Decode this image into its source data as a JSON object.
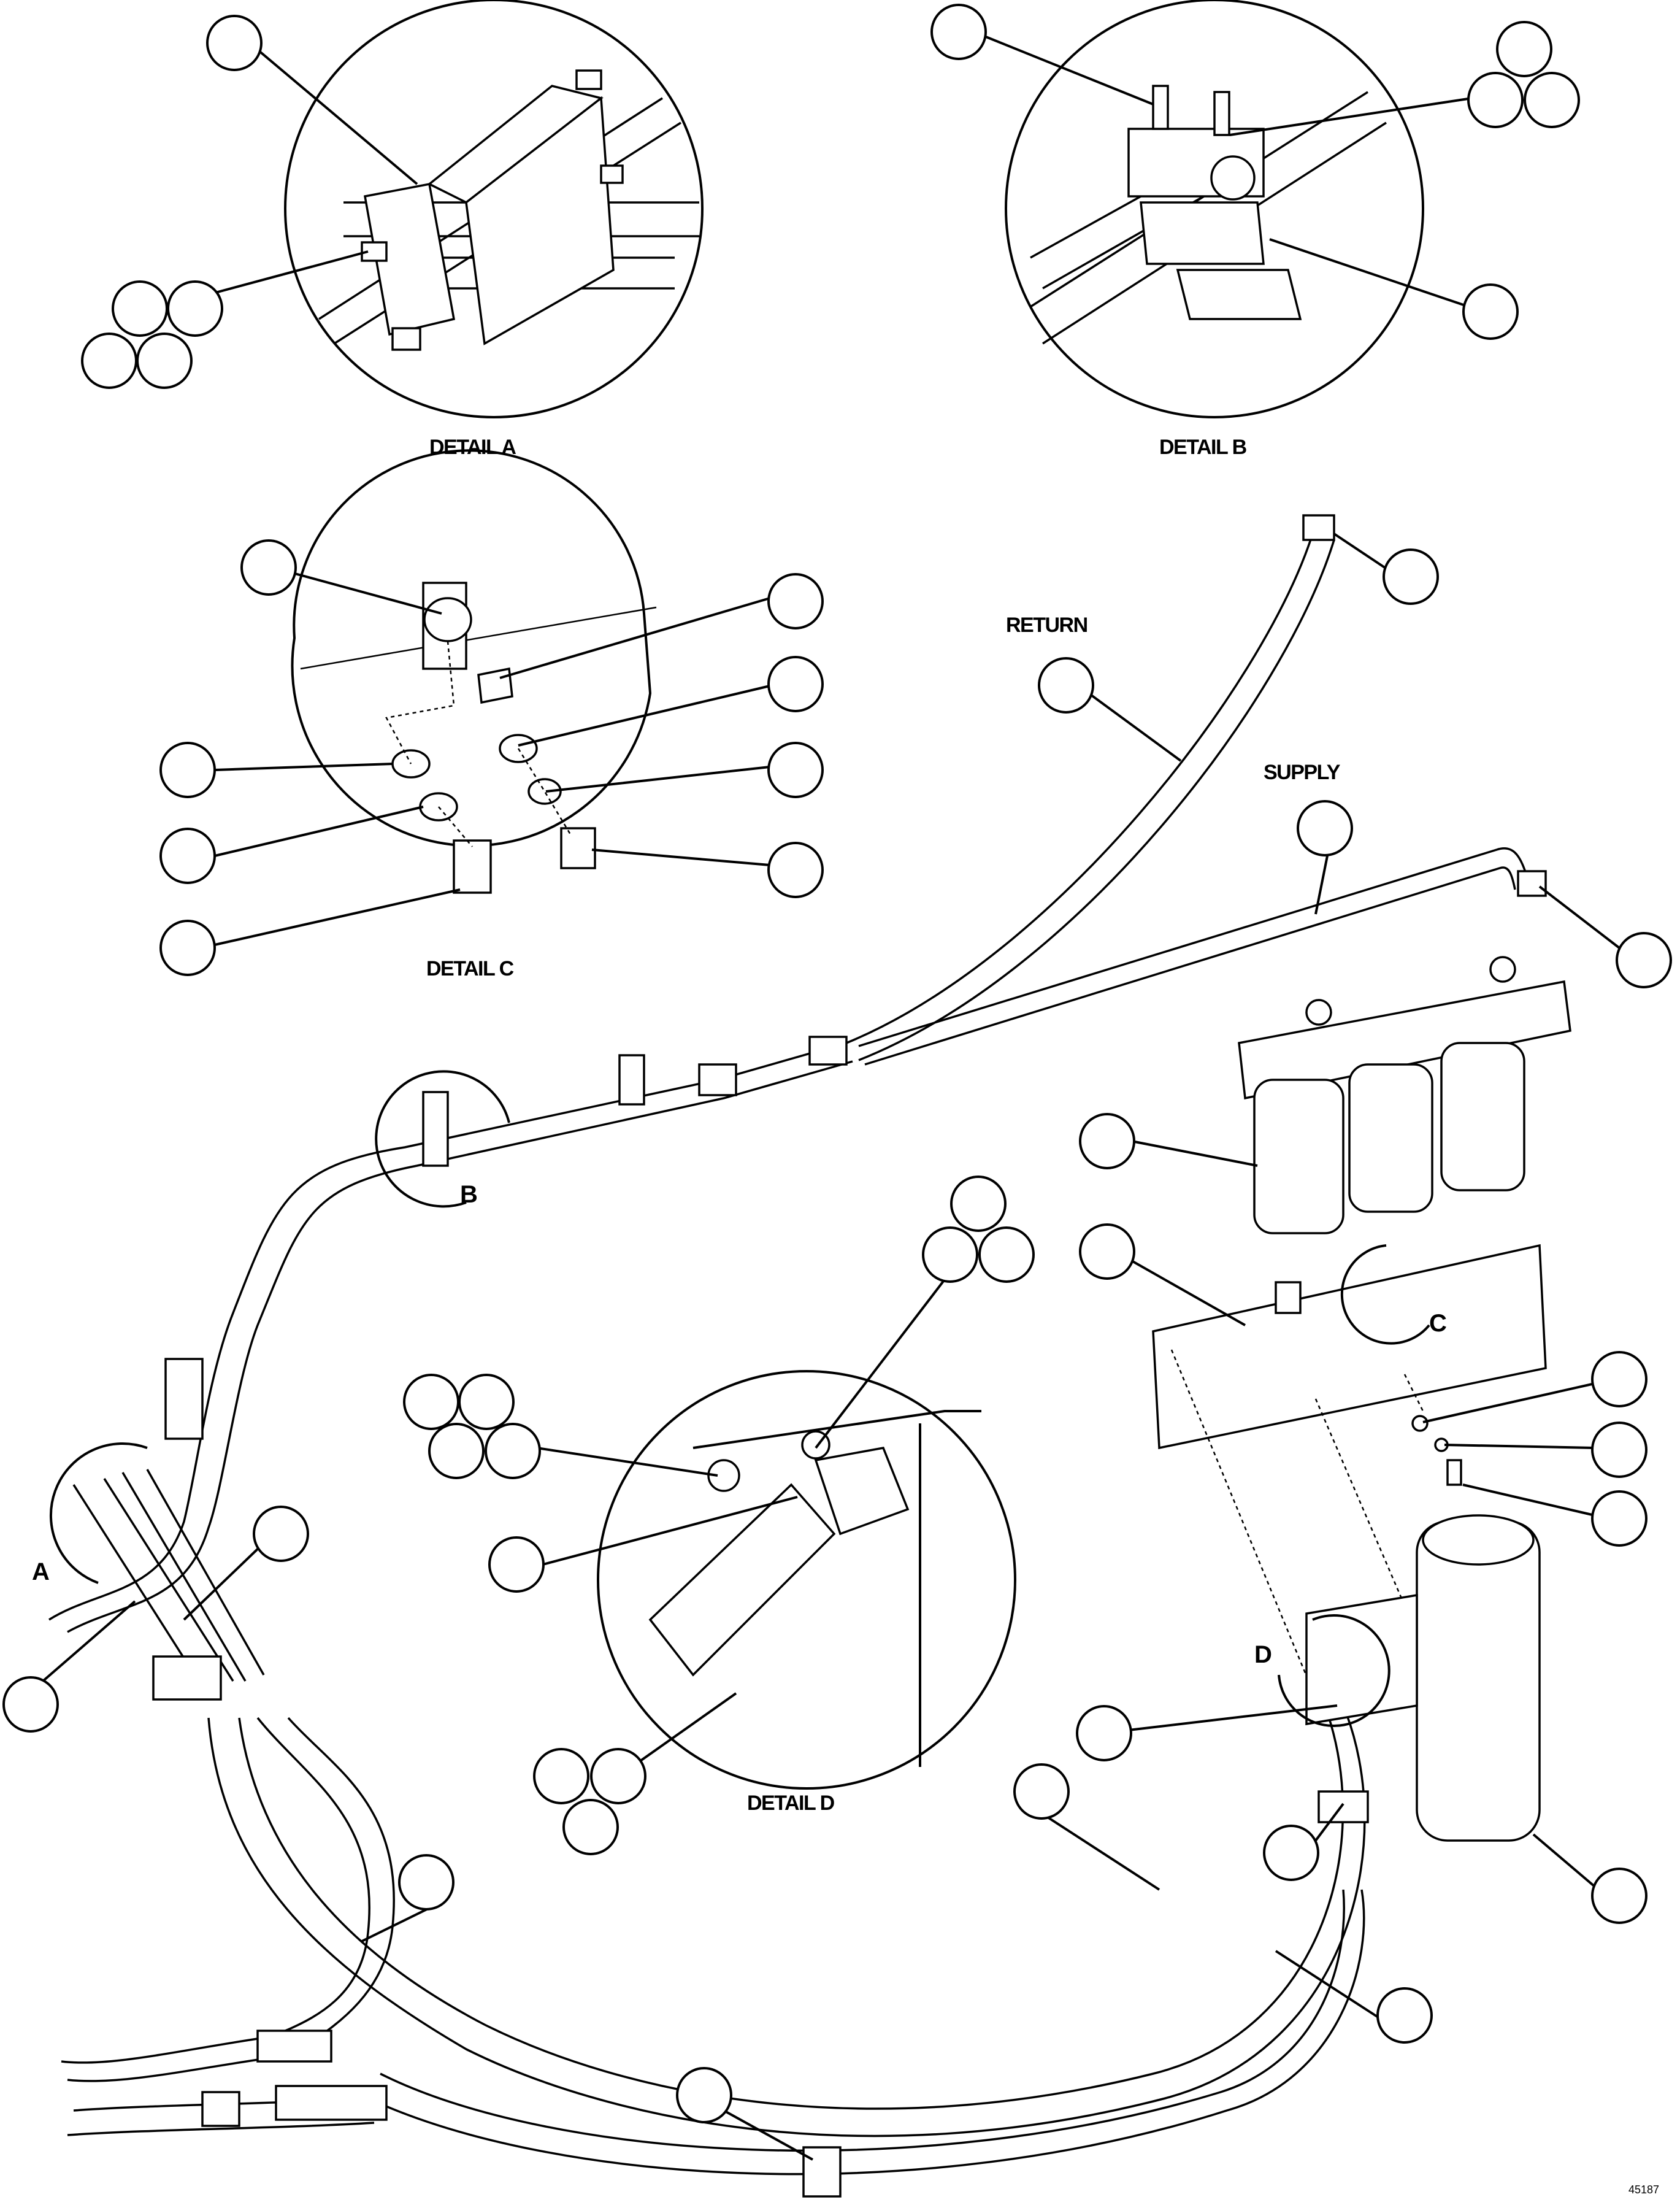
{
  "labels": {
    "detail_a": "DETAIL A",
    "detail_b": "DETAIL B",
    "detail_c": "DETAIL C",
    "detail_d": "DETAIL D",
    "return": "RETURN",
    "supply": "SUPPLY",
    "view_a": "A",
    "view_b": "B",
    "view_c": "C",
    "view_d": "D",
    "figure_number": "45187"
  }
}
